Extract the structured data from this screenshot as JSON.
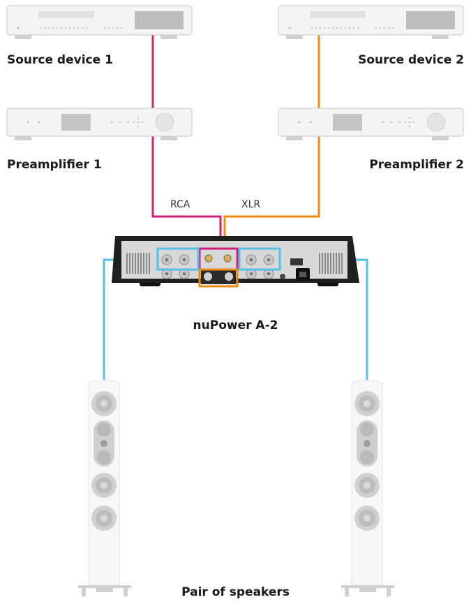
{
  "devices": {
    "source1": "Source device 1",
    "source2": "Source device 2",
    "preamp1": "Preamplifier 1",
    "preamp2": "Preamplifier 2",
    "amplifier": "nuPower A-2",
    "speakers": "Pair of speakers"
  },
  "cables": {
    "rca": "RCA",
    "xlr": "XLR"
  },
  "colors": {
    "rca_cable": "#d21f7a",
    "xlr_cable": "#ee8a12",
    "speaker_cable": "#55bfe8",
    "device_body": "#f4f4f4",
    "device_outline": "#cfcfcf",
    "amp_body": "#1f1f1f",
    "amp_panel": "#d8d8d8",
    "speaker_body": "#f7f7f7"
  }
}
